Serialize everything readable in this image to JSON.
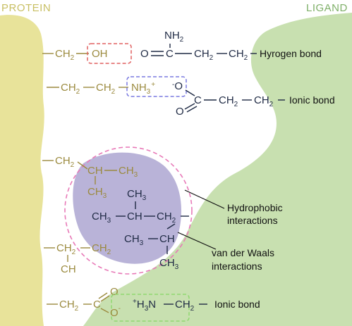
{
  "headers": {
    "protein": "PROTEIN",
    "ligand": "LIGAND"
  },
  "labels": {
    "hbond": "Hyrogen bond",
    "ionic_top": "Ionic bond",
    "hydrophobic_1": "Hydrophobic",
    "hydrophobic_2": "interactions",
    "vdw_1": "van der Waals",
    "vdw_2": "interactions",
    "ionic_bottom": "Ionic bond"
  },
  "atoms": {
    "ch2": "CH",
    "sub2": "2",
    "sub3": "3",
    "oh": "OH",
    "nh2_n": "NH",
    "nh3_n": "NH",
    "nh3_sub_charge": "3+",
    "o_minus": "O",
    "minus": "-",
    "o": "O",
    "c": "C",
    "ch": "CH",
    "ch3": "CH",
    "plus_h": "+H",
    "n": "N"
  },
  "colors": {
    "protein_fill": "#e8e39a",
    "ligand_fill": "#c8e0b0",
    "hydrophobic_fill": "#b9b3d8",
    "hbond_box": "#e06060",
    "ionic_box_top": "#7a7ae0",
    "ionic_box_bottom": "#90d870",
    "hydrophobic_circle": "#e87ab8"
  }
}
